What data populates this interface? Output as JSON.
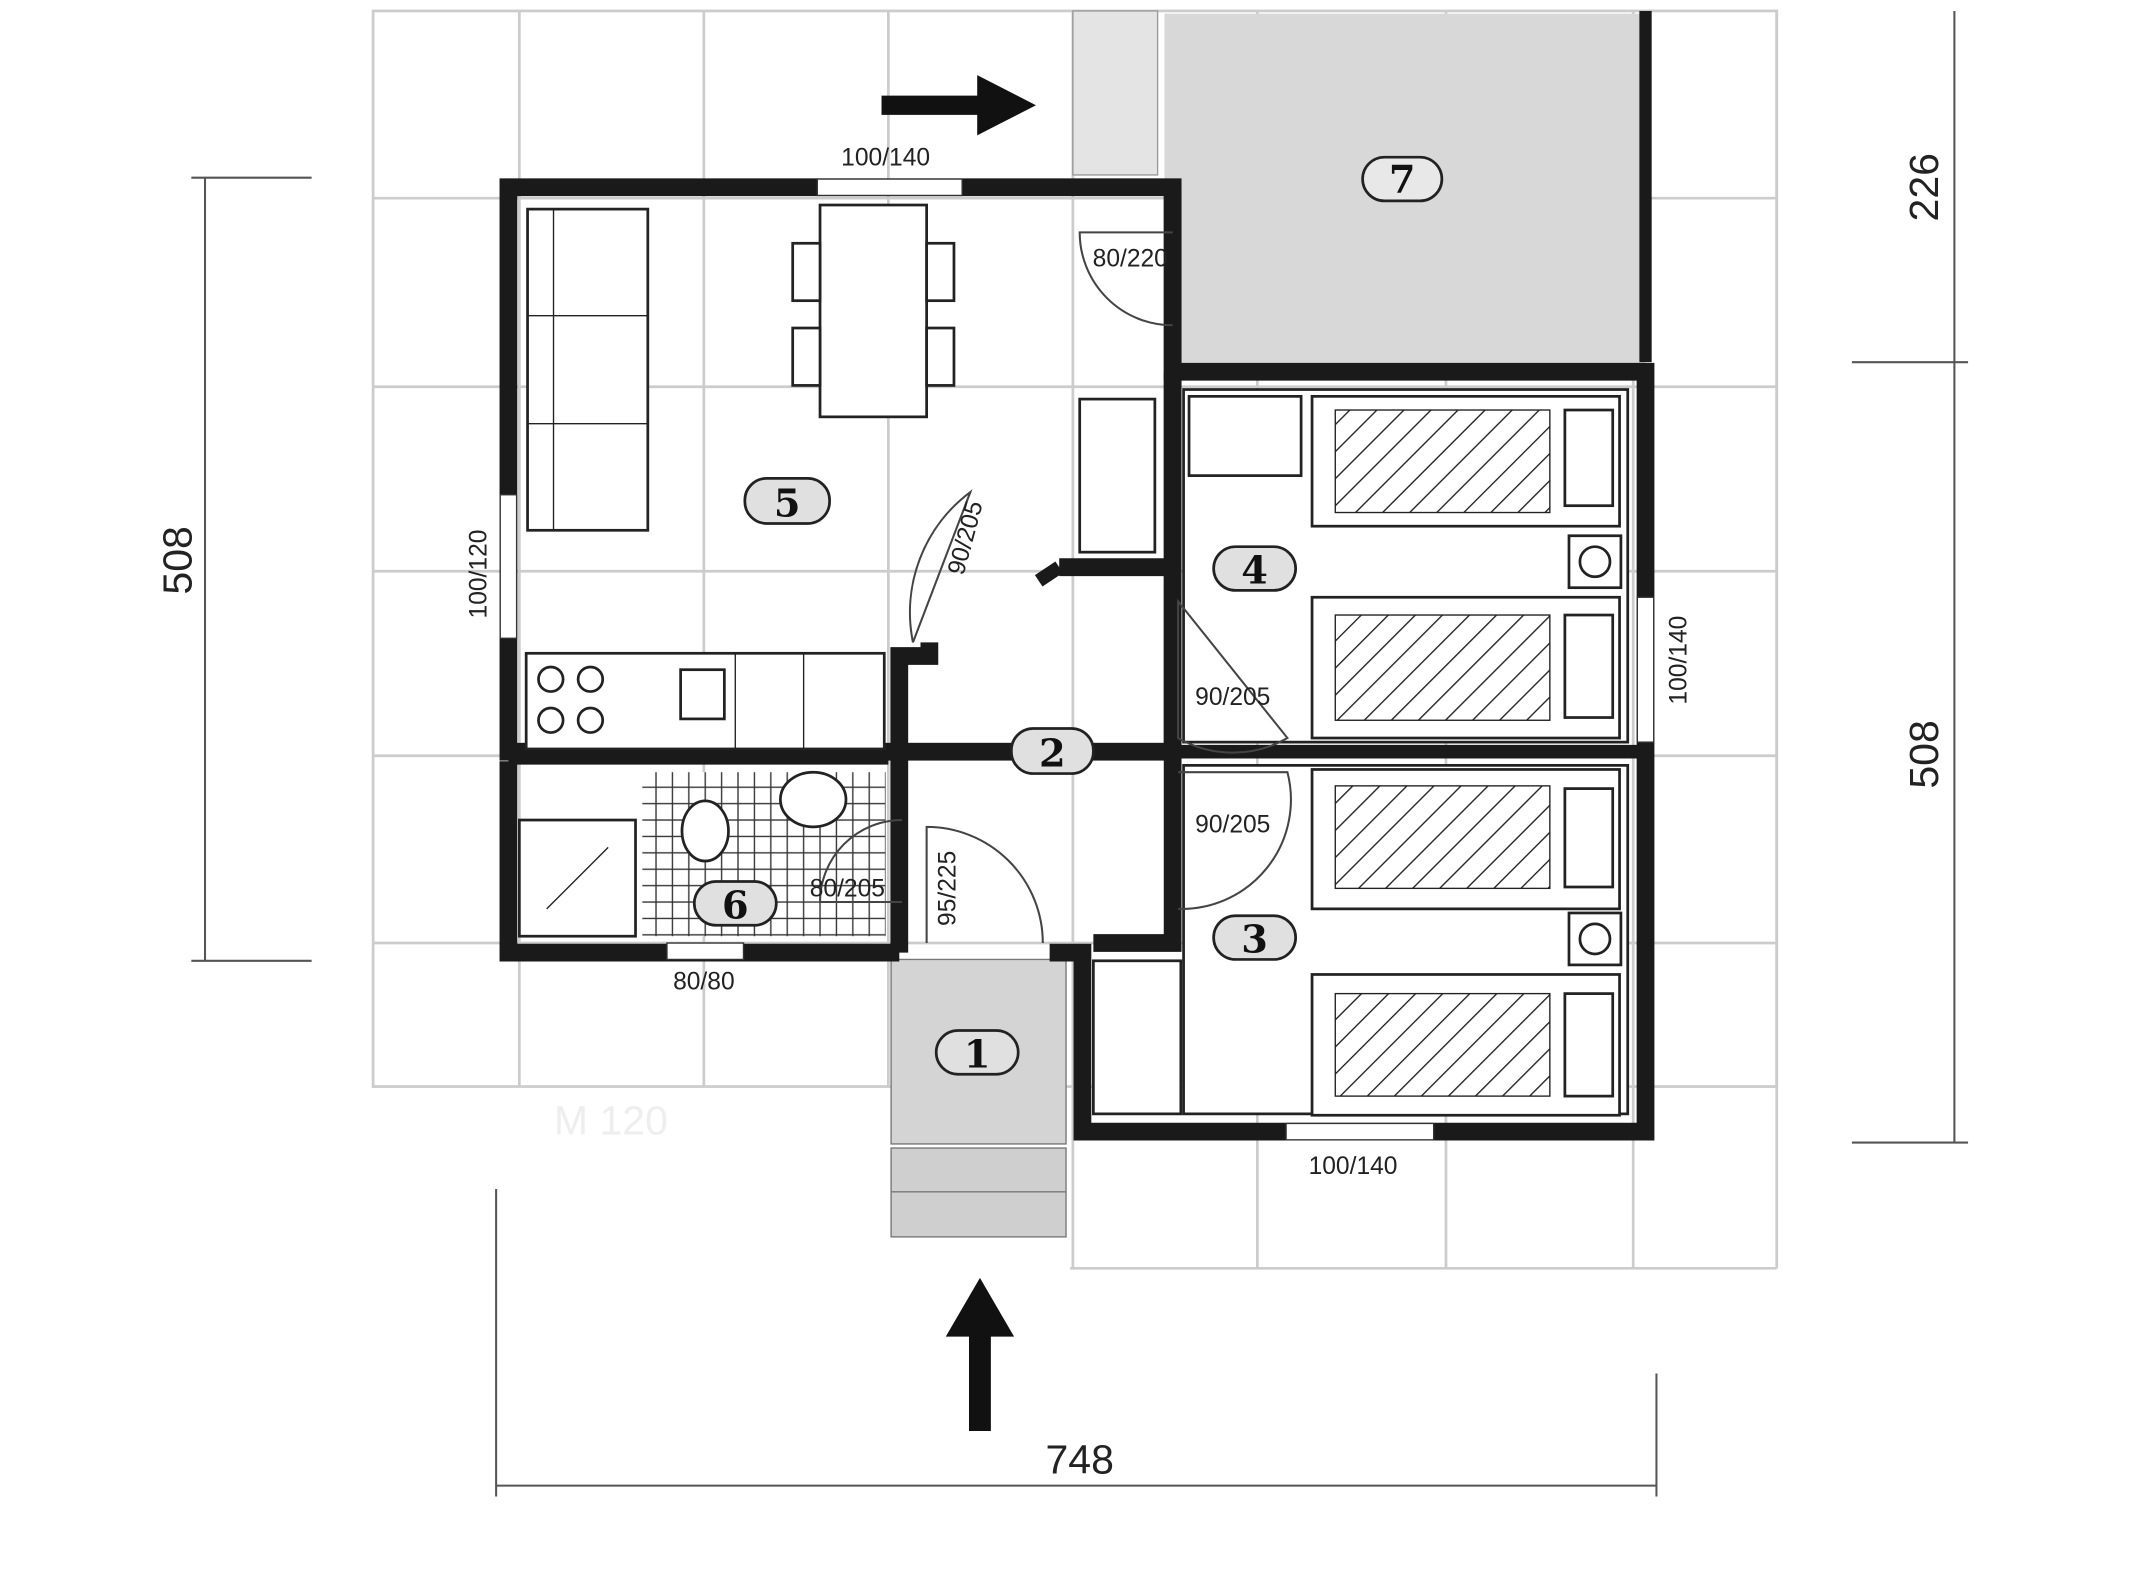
{
  "plan": {
    "rooms": [
      {
        "number": "1"
      },
      {
        "number": "2"
      },
      {
        "number": "3"
      },
      {
        "number": "4"
      },
      {
        "number": "5"
      },
      {
        "number": "6"
      },
      {
        "number": "7"
      }
    ],
    "openings": {
      "living_top_window": "100/140",
      "terrace_door": "80/220",
      "living_left_window": "100/120",
      "living_door": "90/205",
      "room4_door": "90/205",
      "room3_door": "90/205",
      "room4_window": "100/140",
      "bath_door": "80/205",
      "entrance_door": "95/225",
      "bath_window": "80/80",
      "room3_window": "100/140"
    },
    "dimensions": {
      "left_height": "508",
      "right_top": "226",
      "right_bottom": "508",
      "bottom_width": "748"
    },
    "model_label": "M 120"
  }
}
